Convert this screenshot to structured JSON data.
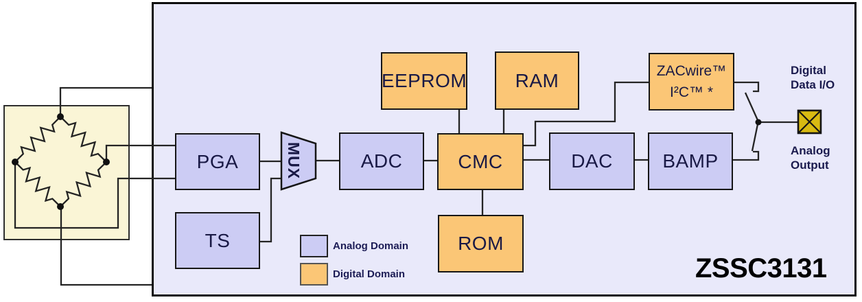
{
  "diagram": {
    "title": "ZSSC3131",
    "blocks": {
      "pga": "PGA",
      "ts": "TS",
      "mux": "MUX",
      "adc": "ADC",
      "cmc": "CMC",
      "eeprom": "EEPROM",
      "ram": "RAM",
      "rom": "ROM",
      "dac": "DAC",
      "bamp": "BAMP",
      "zacwire_line1": "ZACwire™",
      "zacwire_line2": "I²C™ *"
    },
    "legend": {
      "analog": "Analog Domain",
      "digital": "Digital Domain"
    },
    "io_labels": {
      "digital_line1": "Digital",
      "digital_line2": "Data I/O",
      "analog_line1": "Analog",
      "analog_line2": "Output"
    },
    "colors": {
      "analog_domain_fill": "#ccccf4",
      "digital_domain_fill": "#fbc676",
      "chip_background": "#e9e9fa",
      "bridge_background": "#faf5d6",
      "io_pad_fill": "#d8ba12",
      "wire": "#242424",
      "label_text": "#191945"
    }
  }
}
